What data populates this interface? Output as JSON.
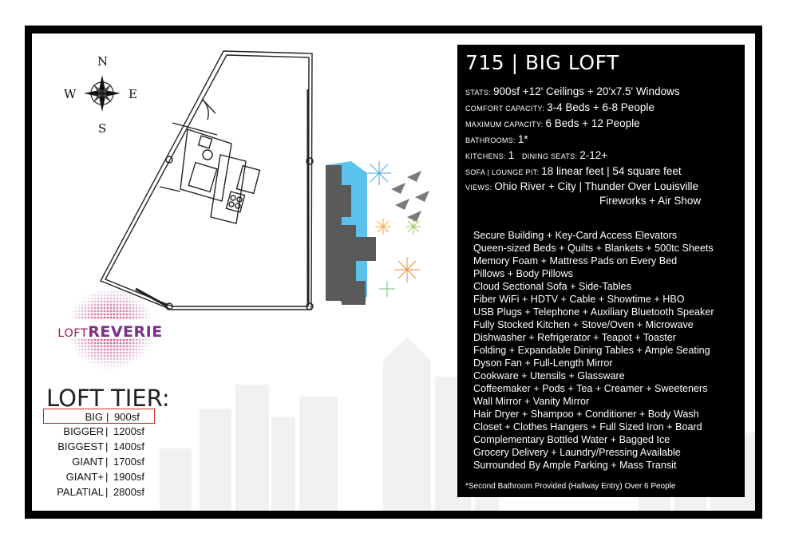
{
  "header": {
    "unit": "715 | BIG LOFT"
  },
  "stats": {
    "stats_label": "STATS:",
    "stats_value": "900sf +12' Ceilings + 20'x7.5' Windows",
    "comfort_label": "COMFORT CAPACITY:",
    "comfort_value": "3-4 Beds + 6-8 People",
    "max_label": "MAXIMUM CAPACITY:",
    "max_value": "6 Beds + 12 People",
    "bath_label": "BATHROOMS:",
    "bath_value": "1*",
    "kitchen_label": "KITCHENS:",
    "kitchen_value": "1",
    "dining_label": "DINING SEATS:",
    "dining_value": "2-12+",
    "sofa_label": "SOFA | LOUNGE PIT:",
    "sofa_value": "18 linear feet | 54 square feet",
    "views_label": "VIEWS:",
    "views_value": "Ohio River + City | Thunder Over Louisville",
    "views_value_2": "Fireworks + Air Show"
  },
  "amenities": [
    "Secure Building + Key-Card Access Elevators",
    "Queen-sized Beds + Quilts + Blankets + 500tc Sheets",
    "Memory Foam + Mattress Pads on Every Bed",
    "Pillows + Body Pillows",
    "Cloud Sectional Sofa + Side-Tables",
    "Fiber WiFi + HDTV + Cable + Showtime + HBO",
    "USB Plugs + Telephone + Auxiliary Bluetooth Speaker",
    "Fully Stocked Kitchen + Stove/Oven + Microwave",
    "Dishwasher + Refrigerator + Teapot + Toaster",
    "Folding + Expandable Dining Tables + Ample Seating",
    "Dyson Fan + Full-Length Mirror",
    "Cookware + Utensils + Glassware",
    "Coffeemaker + Pods + Tea + Creamer + Sweeteners",
    "Wall Mirror + Vanity Mirror",
    "Hair Dryer + Shampoo + Conditioner + Body Wash",
    "Closet + Clothes Hangers + Full Sized Iron + Board",
    "Complementary Bottled Water + Bagged Ice",
    "Grocery Delivery + Laundry/Pressing Available",
    "Surrounded By Ample Parking + Mass Transit"
  ],
  "footnote": "*Second Bathroom Provided (Hallway Entry) Over 6 People",
  "compass": {
    "n": "N",
    "s": "S",
    "e": "E",
    "w": "W"
  },
  "logo": {
    "loft": "LOFT",
    "reverie": "REVERIE"
  },
  "tiers": {
    "title": "LOFT TIER:",
    "sep": "|",
    "items": [
      {
        "name": "BIG",
        "size": "900sf",
        "active": true
      },
      {
        "name": "BIGGER",
        "size": "1200sf"
      },
      {
        "name": "BIGGEST",
        "size": "1400sf"
      },
      {
        "name": "GIANT",
        "size": "1700sf"
      },
      {
        "name": "GIANT+",
        "size": "1900sf"
      },
      {
        "name": "PALATIAL",
        "size": "2800sf"
      }
    ]
  },
  "colors": {
    "frame": "#000000",
    "panel": "#000000",
    "highlight": "#c62828",
    "brand_magenta": "#a11a5e",
    "brand_purple": "#7b2f89",
    "river": "#5bc2ee",
    "city": "#5a5a5a"
  }
}
